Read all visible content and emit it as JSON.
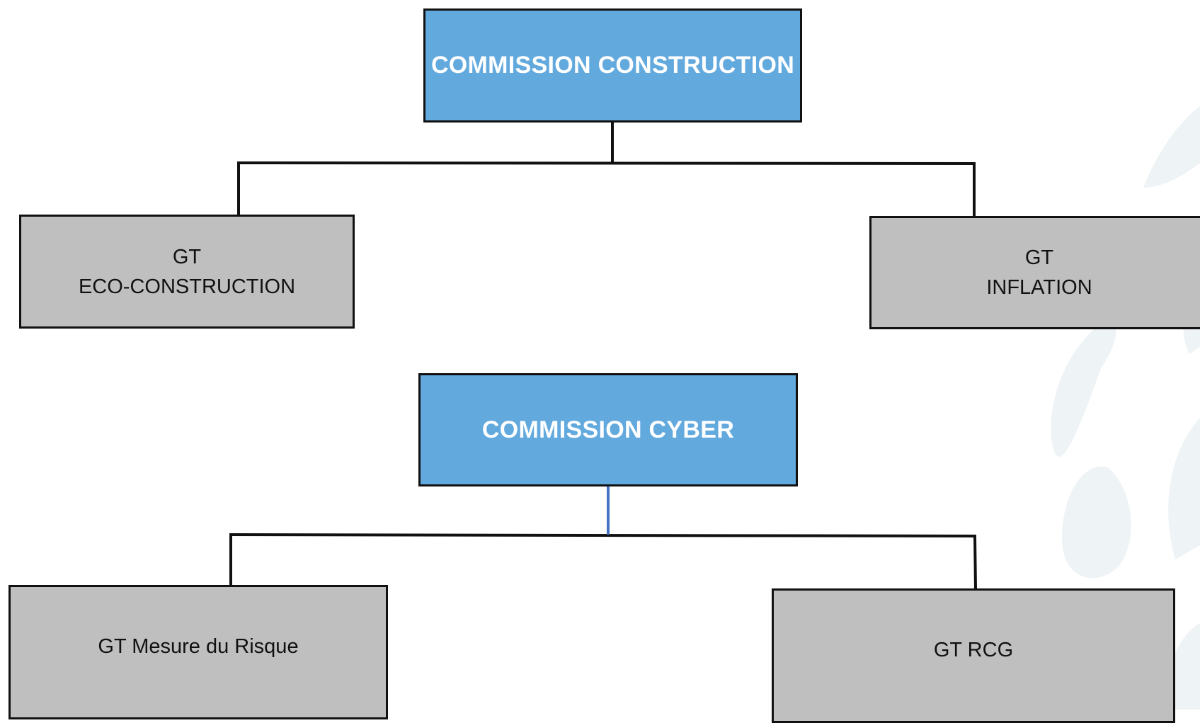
{
  "colors": {
    "commission_fill": "#62a9de",
    "gt_fill": "#bfbfbf",
    "border": "#111111",
    "cyber_stem": "#4472c4",
    "watermark": "#eef3f5"
  },
  "commissions": [
    {
      "title": "COMMISSION CONSTRUCTION",
      "groups": [
        {
          "line1": "GT",
          "line2": "ECO-CONSTRUCTION"
        },
        {
          "line1": "GT",
          "line2": "INFLATION"
        }
      ]
    },
    {
      "title": "COMMISSION CYBER",
      "groups": [
        {
          "label": "GT Mesure du Risque"
        },
        {
          "label": "GT RCG"
        }
      ]
    }
  ]
}
